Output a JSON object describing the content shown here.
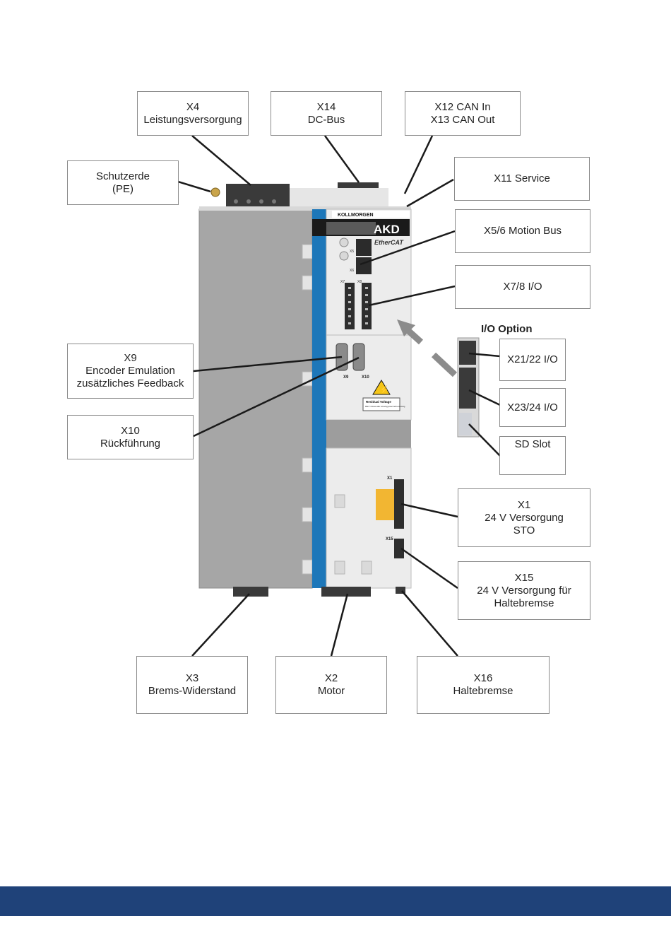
{
  "labels": {
    "x4": [
      "X4",
      "Leistungsversorgung"
    ],
    "x14": [
      "X14",
      "DC-Bus"
    ],
    "x12_13": [
      "X12 CAN In",
      "X13 CAN Out"
    ],
    "pe": [
      "Schutzerde",
      "(PE)"
    ],
    "x11": [
      "X11 Service"
    ],
    "x5_6": [
      "X5/6 Motion Bus"
    ],
    "x7_8": [
      "X7/8 I/O"
    ],
    "io_option": "I/O Option",
    "x9": [
      "X9",
      "Encoder Emulation",
      "zusätzliches Feedback"
    ],
    "x21_22": [
      "X21/22 I/O"
    ],
    "x10": [
      "X10",
      "Rückführung"
    ],
    "x23_24": [
      "X23/24 I/O"
    ],
    "sd": [
      "SD Slot"
    ],
    "x1": [
      "X1",
      "24 V Versorgung",
      "STO"
    ],
    "x15": [
      "X15",
      "24 V Versorgung für",
      "Haltebremse"
    ],
    "x3": [
      "X3",
      "Brems-Widerstand"
    ],
    "x2": [
      "X2",
      "Motor"
    ],
    "x16": [
      "X16",
      "Haltebremse"
    ]
  },
  "device": {
    "brand": "KOLLMORGEN",
    "model": "AKD",
    "bus": "EtherCAT",
    "port_x5": "X5",
    "port_x6": "X6",
    "port_x7": "X7",
    "port_x8": "X8",
    "port_x9": "X9",
    "port_x10": "X10",
    "port_x1": "X1",
    "port_x15": "X15",
    "warning_title": "Residual Voltage",
    "warning_text": "Wait 7 minutes after removing power before servicing"
  },
  "colors": {
    "accent_stripe": "#1d77b9",
    "footer": "#1f4279",
    "housing_gray": "#a6a6a6",
    "panel_light": "#e9e9ea",
    "sto_labels": "#f2b632"
  }
}
